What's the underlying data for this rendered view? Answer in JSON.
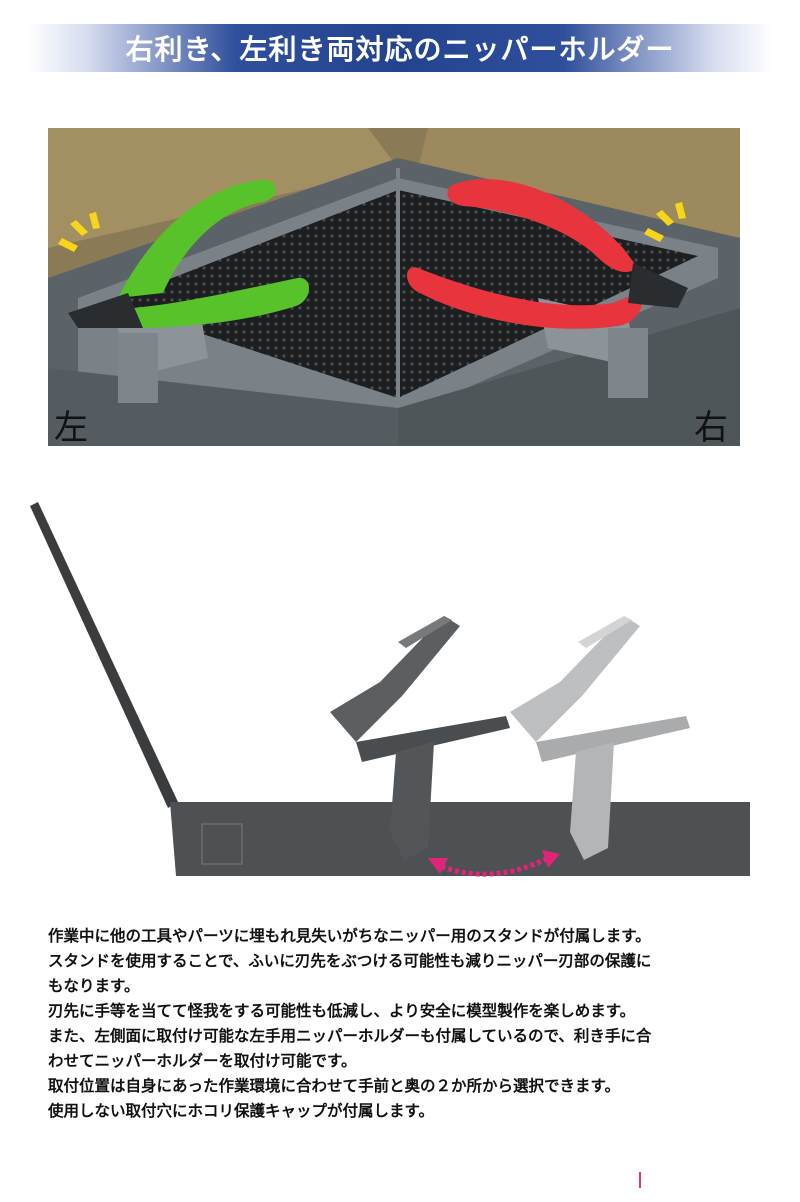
{
  "banner": {
    "title": "右利き、左利き両対応のニッパーホルダー"
  },
  "photo": {
    "label_left": "左",
    "label_right": "右",
    "colors": {
      "left_handle": "#58c22a",
      "right_handle": "#e8353d",
      "tray": "#5b6368",
      "accent": "#f7d51b"
    }
  },
  "diagram": {
    "colors": {
      "arrow": "#e0247a",
      "holder_dark": "#5c5f61",
      "holder_light": "#bdbfc0"
    }
  },
  "description": {
    "lines": [
      "作業中に他の工具やパーツに埋もれ見失いがちなニッパー用のスタンドが付属します。",
      "スタンドを使用することで、ふいに刃先をぶつける可能性も減りニッパー刃部の保護に",
      "もなります。",
      "刃先に手等を当てて怪我をする可能性も低減し、より安全に模型製作を楽しめます。",
      "また、左側面に取付け可能な左手用ニッパーホルダーも付属しているので、利き手に合",
      "わせてニッパーホルダーを取付け可能です。",
      "取付位置は自身にあった作業環境に合わせて手前と奥の２か所から選択できます。",
      "使用しない取付穴にホコリ保護キャップが付属します。"
    ]
  }
}
